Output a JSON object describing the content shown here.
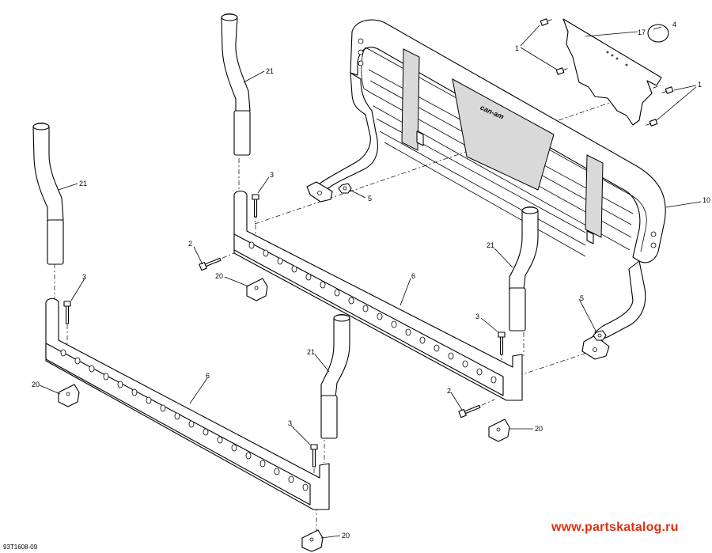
{
  "diagram": {
    "drawing_id": "93T1608-09",
    "watermark": "www.partskatalog.ru",
    "logo_text": "can-am",
    "callouts": {
      "c1a": "1",
      "c1b": "1",
      "c17": "17",
      "c4": "4",
      "c21a": "21",
      "c3a": "3",
      "c5a": "5",
      "c10": "10",
      "c21b": "21",
      "c2a": "2",
      "c20a": "20",
      "c6a": "6",
      "c21c": "21",
      "c3b": "3",
      "c5b": "5",
      "c3c": "3",
      "c20b": "20",
      "c6b": "6",
      "c21d": "21",
      "c2b": "2",
      "c20c": "20",
      "c3d": "3",
      "c20d": "20"
    }
  }
}
